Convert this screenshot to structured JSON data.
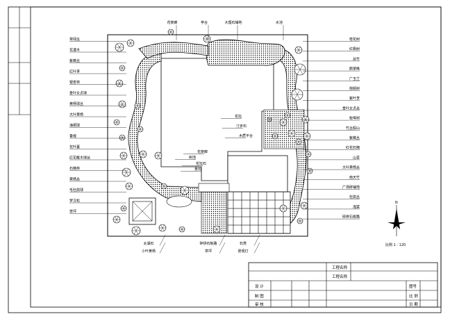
{
  "labels": {
    "left": [
      "常绿丛",
      "花灌木",
      "紫薇丛",
      "红叶李",
      "银杏林",
      "金叶女贞球",
      "黄杨球丛",
      "大叶黄杨",
      "海桐球",
      "香樟",
      "花叶蔓",
      "红花檵木球丛",
      "石楠林",
      "黄杨丛",
      "毛杜鹃球",
      "罗汉松",
      "草坪"
    ],
    "top": [
      "花架廊",
      "亭台",
      "大理石铺地",
      "水池"
    ],
    "right": [
      "桂花树",
      "红枫树",
      "丛竹",
      "鹅掌楸",
      "广玉兰",
      "棕榈树",
      "紫叶李",
      "金叶女贞丛",
      "蚊母树",
      "竹丛假山",
      "紫薇丛",
      "红花石楠",
      "山茶",
      "大叶黄杨丛",
      "南天竹",
      "广场砖铺地",
      "杜鹃丛",
      "海棠",
      "碎拼石板路"
    ],
    "center": [
      "花坛",
      "汀步石",
      "木质平台",
      "花架廊",
      "树池",
      "花坛石",
      "景石"
    ],
    "bottom": [
      "太湖石",
      "小叶黄杨",
      "碎拼石板路",
      "石凳",
      "草坪",
      "景观灯"
    ]
  },
  "scale": {
    "north": "N",
    "text": "比例 1 : 120"
  },
  "title_block": {
    "project_name_label": "工程名称",
    "drawing_name_label": "工程名称",
    "design_label": "设 计",
    "drafting_label": "制 图",
    "review_label": "审 核",
    "drawing_no_label": "图号",
    "scale_label": "比 例",
    "date_label": "日 期"
  }
}
